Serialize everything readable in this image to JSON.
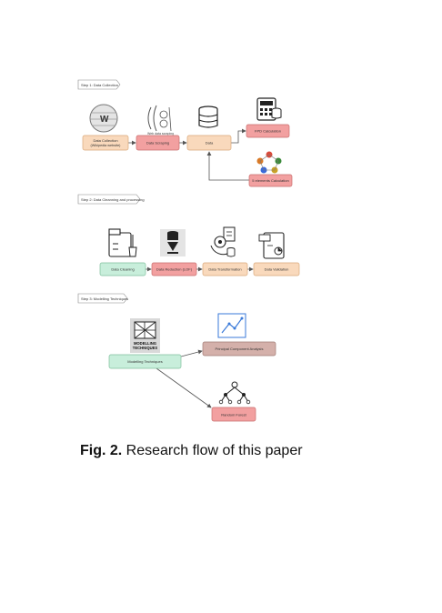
{
  "steps": {
    "step1": "Step 1: Data Collection",
    "step2": "Step 2: Data Cleanning and processing",
    "step3": "Step 3: Modelling Techniques"
  },
  "nodes": {
    "data_collection_1": "Data Collection",
    "data_collection_2": "(Wikipedia website)",
    "data_scraping": "Data Scraping",
    "data": "Data",
    "fpd": "FPD Calculation",
    "five_elements": "5 elements Calculation",
    "data_cleaning": "Data Cleaning",
    "data_reduction": "Data Reduction (LOF)",
    "data_transformation": "Data Transformation",
    "data_validation": "Data Validation",
    "modelling": "Modelling Techniques",
    "pca": "Principal Component Analysis",
    "random_forest": "Random Forest"
  },
  "icon_labels": {
    "web_scraping": "Web data scraping",
    "modelling_line1": "MODELLING",
    "modelling_line2": "TECHNIQUES"
  },
  "caption": {
    "prefix": "Fig. 2.",
    "text": " Research flow of this paper"
  },
  "colors": {
    "peach": "#f9d9bc",
    "peach_border": "#d9a87a",
    "pink": "#f2a0a0",
    "pink_border": "#c96d6d",
    "green": "#c8eedb",
    "green_border": "#7fbf9c",
    "mauve": "#d4b0aa",
    "mauve_border": "#a07b74"
  }
}
